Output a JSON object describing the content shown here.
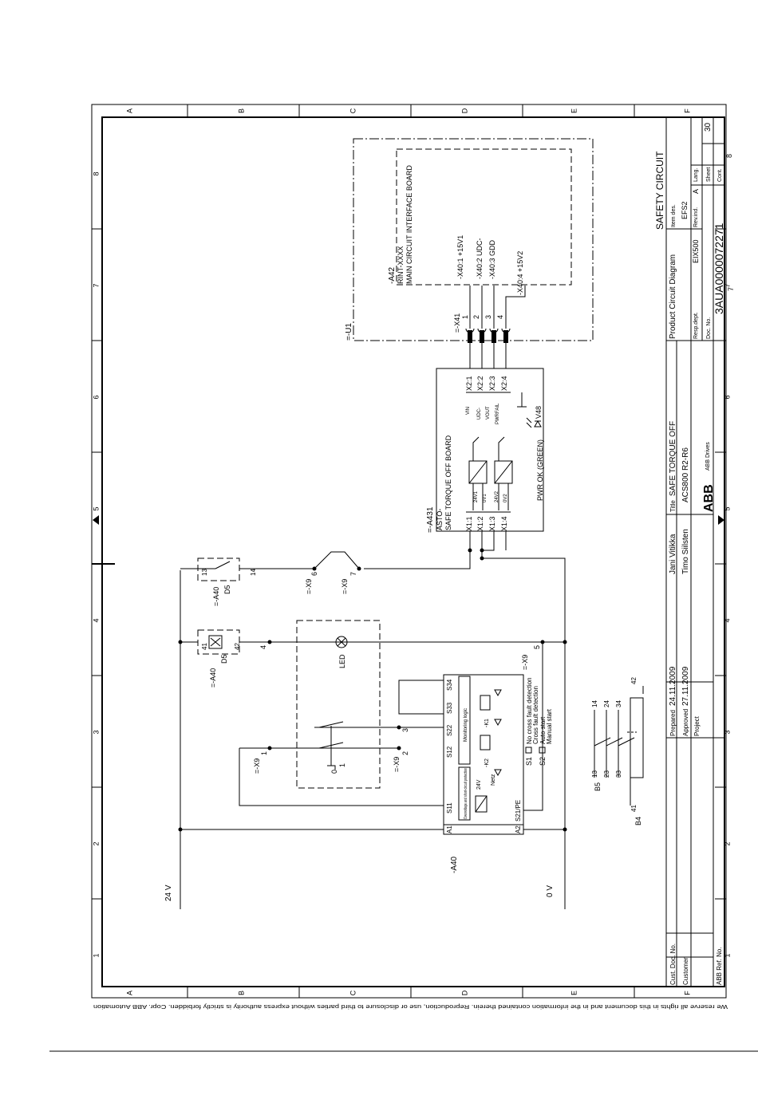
{
  "grid": {
    "rows": [
      "A",
      "B",
      "C",
      "D",
      "E",
      "F"
    ],
    "cols": [
      "1",
      "2",
      "3",
      "4",
      "5",
      "6",
      "7",
      "8"
    ]
  },
  "margin_note": "We reserve all rights in this document and in the information contained therein. Reproduction, use or disclosure to third parties without express authority is strictly forbidden.  Copr. ABB Automation",
  "title_block": {
    "drawing_title": "SAFETY CIRCUIT",
    "cust_doc_label": "Cust. Doc. No.",
    "customer_label": "Customer",
    "abb_ref_label": "ABB Ref. No.",
    "prepared_label": "Prepared",
    "prepared_date": "24.11.2009",
    "approved_label": "Approved",
    "approved_date": "27.11.2009",
    "project_label": "Project",
    "prepared_by": "Jani Vitikka",
    "approved_by": "Timo Siilsten",
    "title_label": "Title",
    "title_line1": "SAFE TORQUE OFF",
    "title_line2": "ACS800 R2-R6",
    "brand": "ABB",
    "brand_sub": "ABB Drives",
    "doc_type": "Product Circuit Diagram",
    "item_des_label": "Item des.",
    "item_des": "EFS2",
    "resp_dept_label": "Resp.dept.",
    "resp_dept": "EIX500",
    "rev_label": "Rev.ind.",
    "rev": "A",
    "lang_label": "Lang.",
    "doc_no_label": "Doc. No.",
    "doc_no": "3AUA0000072271",
    "sheet_label": "Sheet",
    "sheet": "30",
    "cont_label": "Cont.",
    "cont": "7",
    "corner_no": "8"
  },
  "labels": {
    "v24": "24 V",
    "v0": "0 V",
    "u1": "=-U1",
    "a42_1": "-A42",
    "a42_2": "RINT-XXXX",
    "a42_3": "MAIN CIRCUIT INTERFACE BOARD",
    "x41": "=-X41",
    "x40_1": "-X40:1 +15V1",
    "x40_2": "-X40:2 UDC-",
    "x40_3": "-X40:3 GDD",
    "x40_4": "-X40:4 +15V2",
    "p1": "1",
    "p2": "2",
    "p3": "3",
    "p4": "4",
    "a431": "=-A431",
    "asto1": "ASTO-",
    "asto2": "SAFE TORQUE OFF BOARD",
    "x2_1": "X2:1",
    "x2_2": "X2:2",
    "x2_3": "X2:3",
    "x2_4": "X2:4",
    "x1_1": "X1:1",
    "x1_2": "X1:2",
    "x1_3": "X1:3",
    "x1_4": "X1:4",
    "vin": "VIN",
    "udcm": "UDC-",
    "vout": "VOUT",
    "pwrfail": "PWRFAIL",
    "s24v1": "24V1",
    "s0v1": "0V1",
    "s24v2": "24V2",
    "s0v2": "0V2",
    "v48": "V48",
    "pwrok": "PWR OK (GREEN)",
    "x9_6": "=-X9",
    "n6": "6",
    "x9_7": "=-X9",
    "n7": "7",
    "a40_d5a": "=-A40",
    "d5a": "D5",
    "a40_d5b": "=-A40",
    "d5b": "D5",
    "c13": "13",
    "c14": "14",
    "c41": "41",
    "c42": "42",
    "n4": "4",
    "led": "LED",
    "x9_5": "=-X9",
    "n5": "5",
    "x9_1": "=-X9",
    "n1": "1",
    "x9_2": "=-X9",
    "n2": "2",
    "n3": "3",
    "zero": "0",
    "one": "1",
    "a40": "-A40",
    "s34": "S34",
    "s33": "S33",
    "s22": "S22",
    "s12": "S12",
    "s11": "S11",
    "s21pe": "S21/PE",
    "a1": "A1",
    "a2": "A2",
    "monitoring": "Monitoring logic",
    "overvolt": "Overvoltage and short-circuit protection",
    "k1": "-K1",
    "k2": "-K2",
    "n24v": "24V",
    "netz": "Netz",
    "s1": "S1",
    "s2": "S2",
    "s1_a": "No cross fault detection",
    "s1_b": "Cross fault detection",
    "s2_a": "Auto start",
    "s2_b": "Manual start",
    "b5": "B5",
    "b4": "B4",
    "t13": "13",
    "t23": "23",
    "t33": "33",
    "t14": "14",
    "t24": "24",
    "t34": "34",
    "t41": "41",
    "t42": "42"
  }
}
